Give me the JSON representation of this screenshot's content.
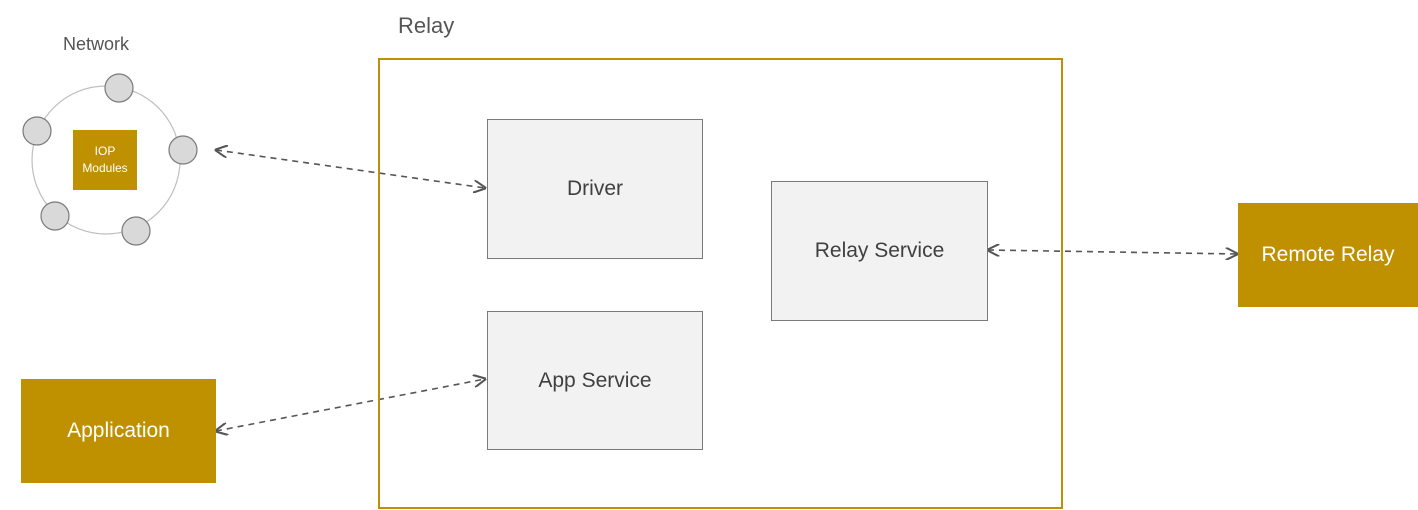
{
  "relay": {
    "title": "Relay"
  },
  "network": {
    "title": "Network",
    "center_label": "IOP Modules",
    "node_count": 5
  },
  "components": {
    "driver": "Driver",
    "app_service": "App Service",
    "relay_service": "Relay Service"
  },
  "externals": {
    "application": "Application",
    "remote_relay": "Remote Relay"
  },
  "colors": {
    "accent_gold": "#bf9000",
    "box_fill": "#f2f2f2",
    "node_fill": "#d9d9d9",
    "connector": "#555555"
  }
}
